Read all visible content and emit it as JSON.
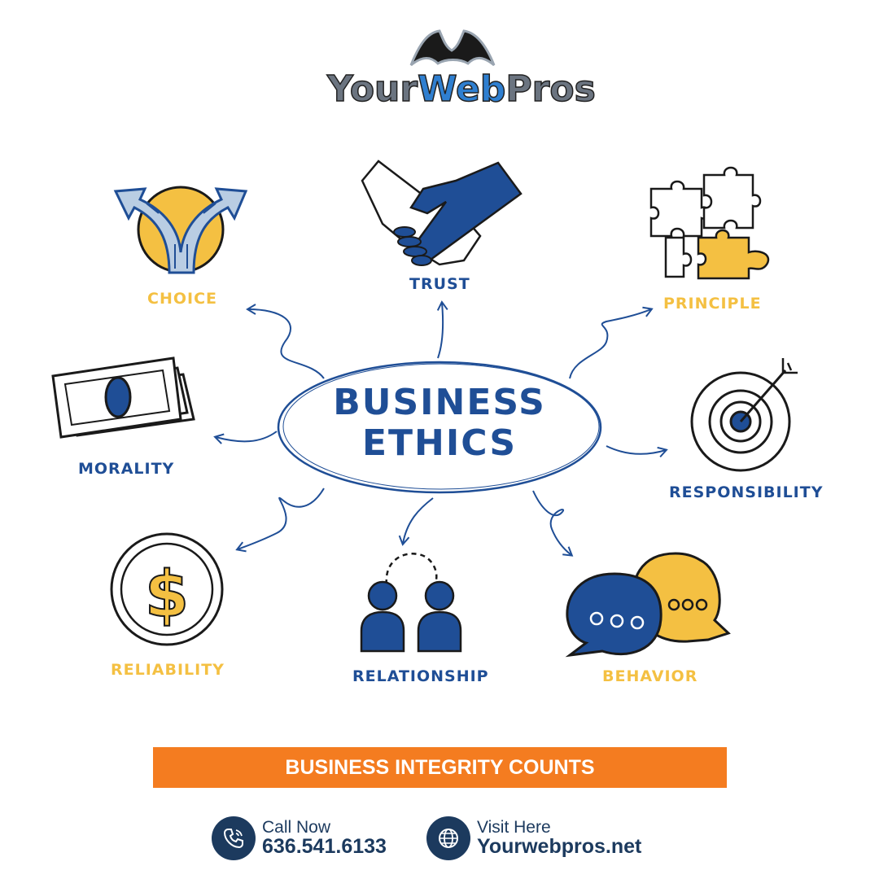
{
  "logo": {
    "text": "YourWebPros",
    "part1": "Your",
    "part2": "Web",
    "part3": "Pros"
  },
  "center": {
    "line1": "BUSINESS",
    "line2": "ETHICS"
  },
  "nodes": {
    "choice": "CHOICE",
    "trust": "TRUST",
    "principle": "PRINCIPLE",
    "morality": "MORALITY",
    "responsibility": "RESPONSIBILITY",
    "reliability": "RELIABILITY",
    "relationship": "RELATIONSHIP",
    "behavior": "BEHAVIOR"
  },
  "banner": {
    "text": "BUSINESS INTEGRITY COUNTS"
  },
  "contact": {
    "call_label": "Call Now",
    "phone": "636.541.6133",
    "visit_label": "Visit Here",
    "website": "Yourwebpros.net"
  },
  "icons": {
    "choice": "split-arrow-icon",
    "trust": "handshake-icon",
    "principle": "puzzle-icon",
    "morality": "money-icon",
    "responsibility": "target-icon",
    "reliability": "dollar-coin-icon",
    "relationship": "people-icon",
    "behavior": "speech-bubbles-icon",
    "phone": "phone-icon",
    "globe": "globe-icon"
  },
  "colors": {
    "blue": "#1f4e96",
    "gold": "#f4c042",
    "orange": "#f47c20",
    "navy": "#1c3a5e"
  }
}
